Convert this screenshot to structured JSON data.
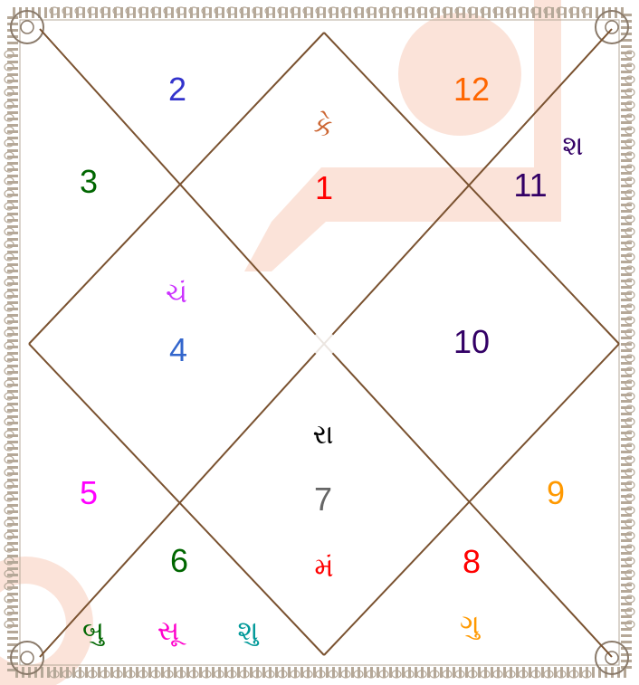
{
  "houses": [
    {
      "number": "1",
      "color": "#ff0000"
    },
    {
      "number": "2",
      "color": "#3333cc"
    },
    {
      "number": "3",
      "color": "#006600"
    },
    {
      "number": "4",
      "color": "#3366cc"
    },
    {
      "number": "5",
      "color": "#ff00ff"
    },
    {
      "number": "6",
      "color": "#006600"
    },
    {
      "number": "7",
      "color": "#666666"
    },
    {
      "number": "8",
      "color": "#ff0000"
    },
    {
      "number": "9",
      "color": "#ff9900"
    },
    {
      "number": "10",
      "color": "#330066"
    },
    {
      "number": "11",
      "color": "#330066"
    },
    {
      "number": "12",
      "color": "#ff6600"
    }
  ],
  "planets": [
    {
      "house": "1",
      "label": "કે",
      "color": "#cc6633"
    },
    {
      "house": "11",
      "label": "શ",
      "color": "#330066"
    },
    {
      "house": "4",
      "label": "ચં",
      "color": "#cc33ff"
    },
    {
      "house": "7",
      "label": "રા",
      "color": "#000000"
    },
    {
      "house": "7",
      "label": "મં",
      "color": "#ff0000"
    },
    {
      "house": "8",
      "label": "ગુ",
      "color": "#ff9900"
    },
    {
      "house": "6",
      "label": "બુ",
      "color": "#006600"
    },
    {
      "house": "6",
      "label": "સૂ",
      "color": "#ff00cc"
    },
    {
      "house": "6",
      "label": "શુ",
      "color": "#009999"
    }
  ],
  "colors": {
    "line": "#7a5230",
    "border": "#b5a898",
    "watermark": "#fbe3d9"
  }
}
